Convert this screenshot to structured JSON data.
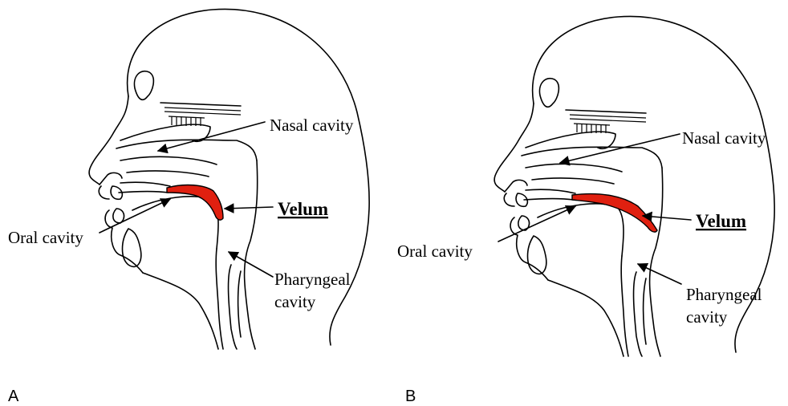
{
  "panels": [
    {
      "id": "A",
      "panel_label": "A",
      "labels": {
        "nasal": "Nasal cavity",
        "velum": "Velum",
        "oral": "Oral cavity",
        "pharyngeal_line1": "Pharyngeal",
        "pharyngeal_line2": "cavity"
      },
      "velum_state": "lowered"
    },
    {
      "id": "B",
      "panel_label": "B",
      "labels": {
        "nasal": "Nasal cavity",
        "velum": "Velum",
        "oral": "Oral cavity",
        "pharyngeal_line1": "Pharyngeal",
        "pharyngeal_line2": "cavity"
      },
      "velum_state": "raised"
    }
  ],
  "colors": {
    "velum": "#e02010",
    "outline": "#000000"
  }
}
